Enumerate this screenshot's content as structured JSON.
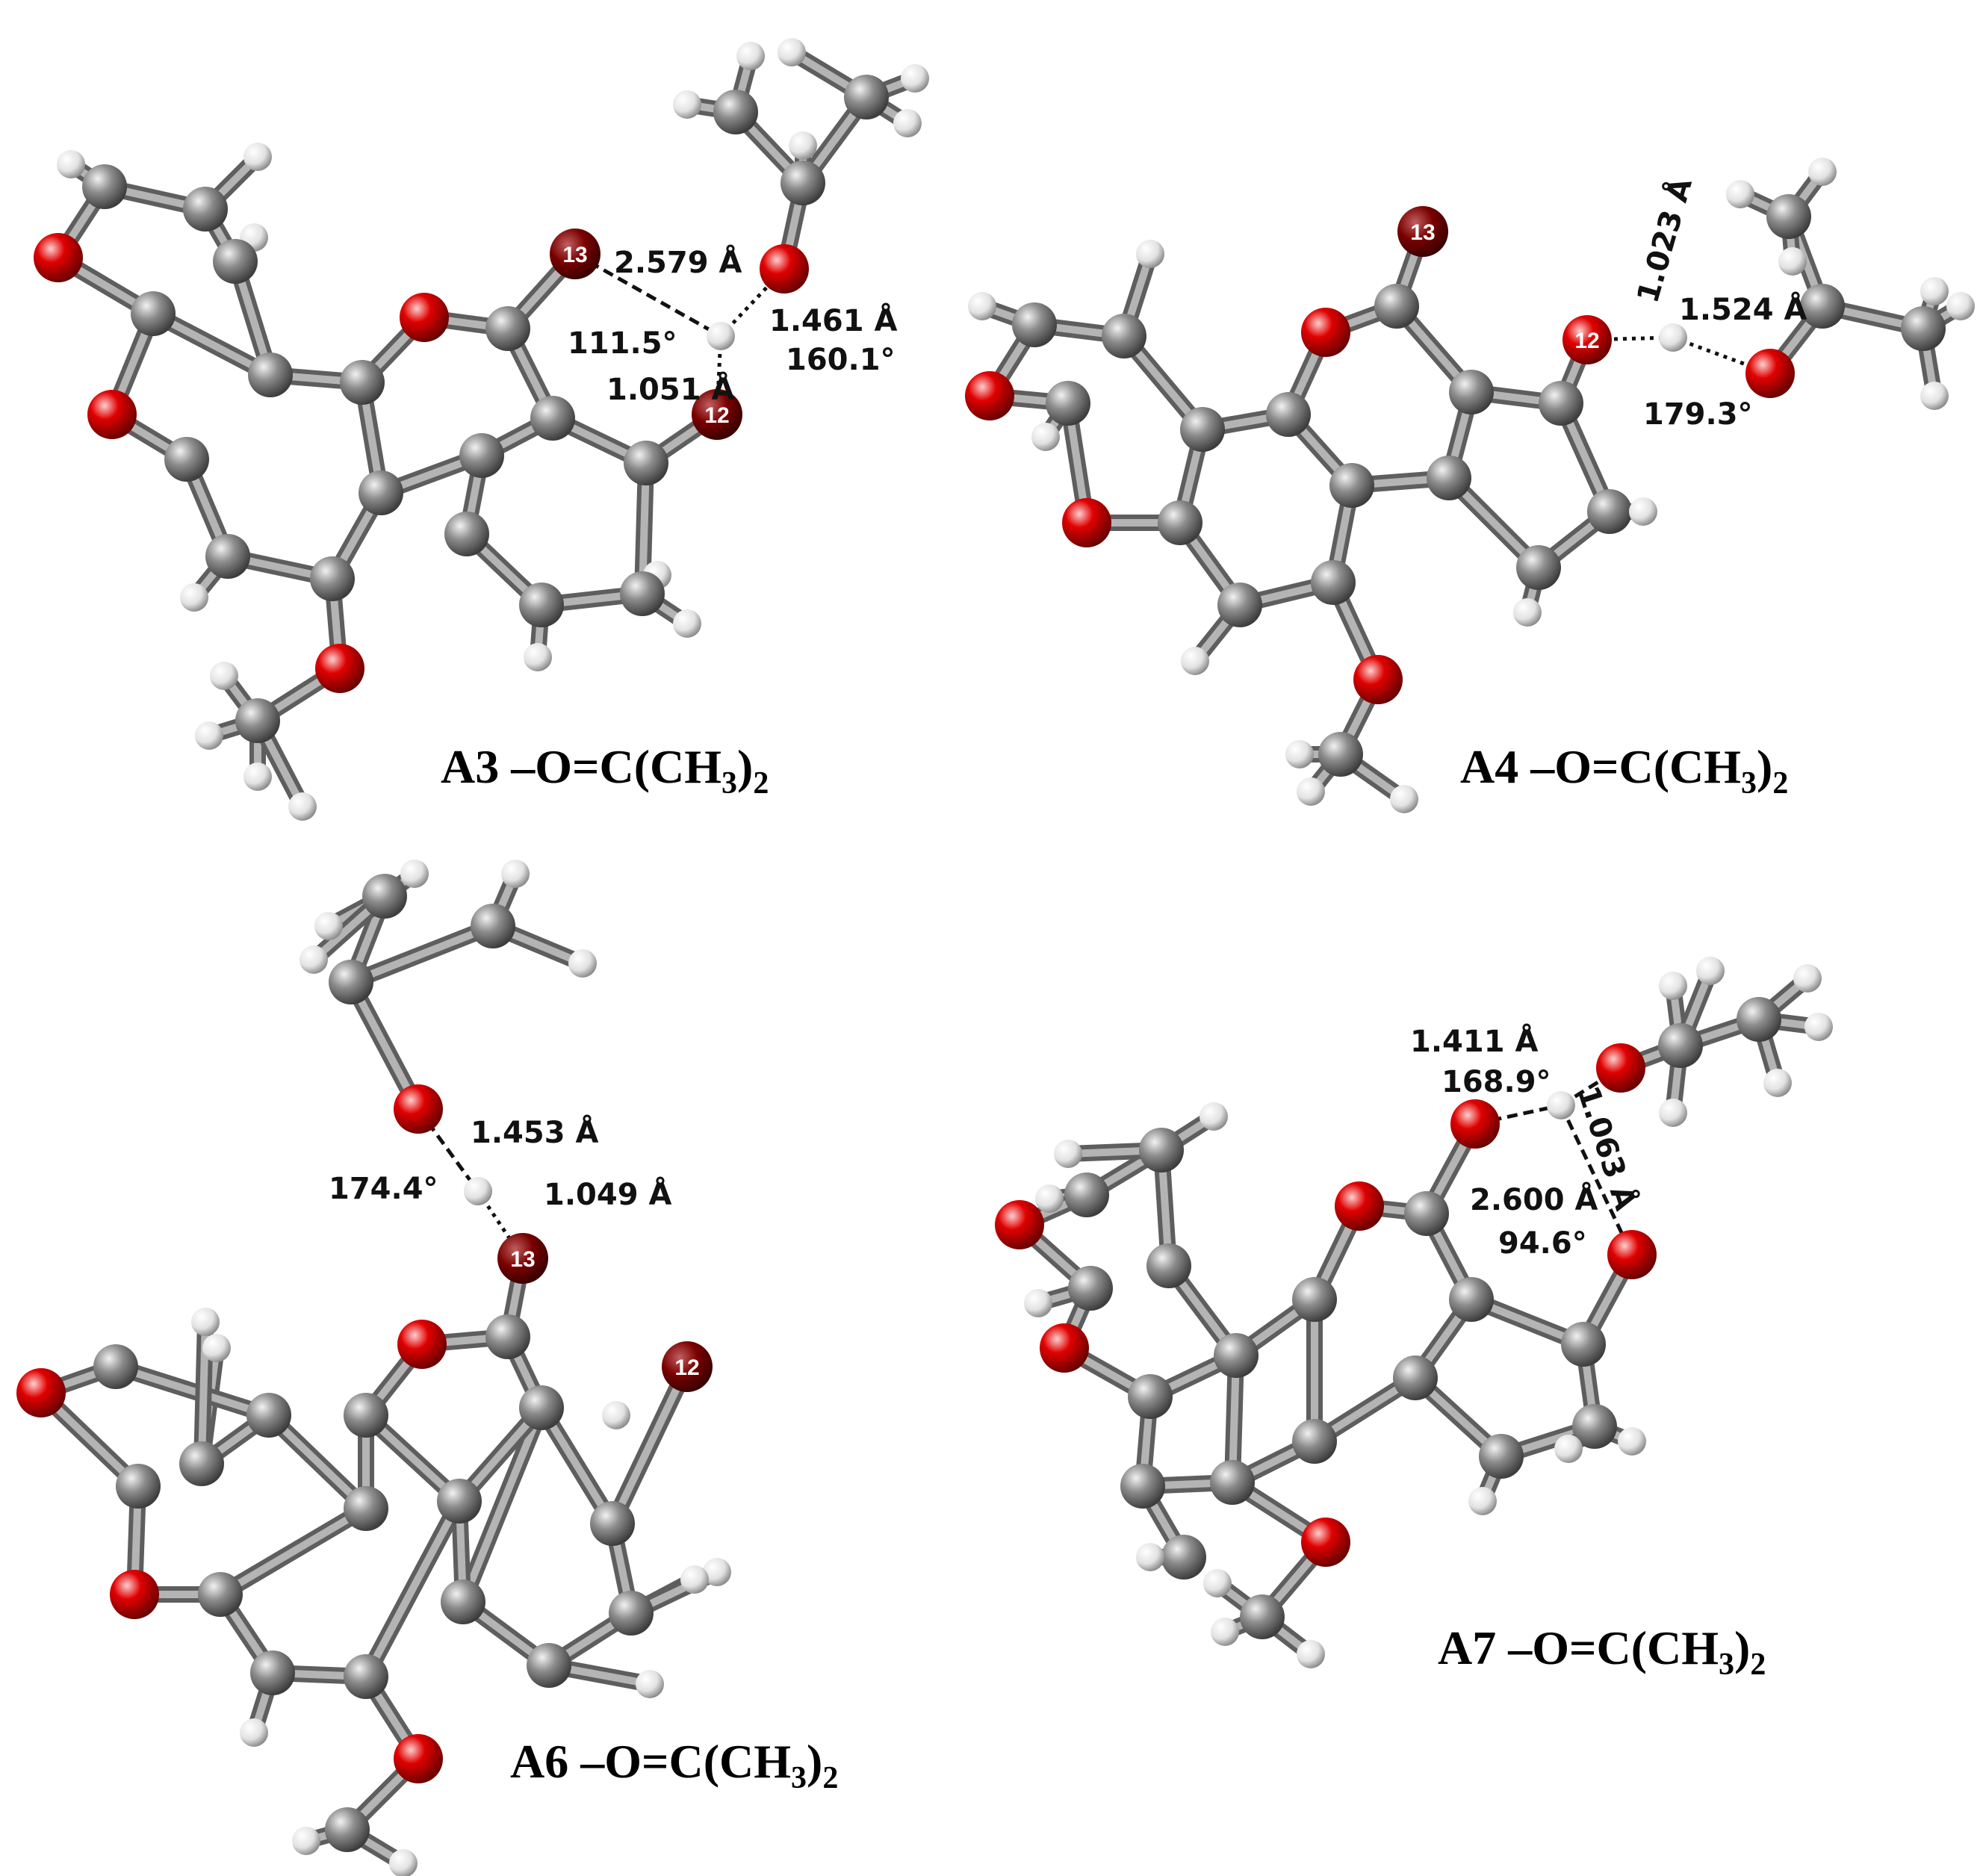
{
  "colors": {
    "carbon": "#8a8a8a",
    "oxygen": "#e00000",
    "oxygen_dark": "#7a0000",
    "hydrogen": "#e8e8e8",
    "bond": "#8f8f8f",
    "label": "#111111"
  },
  "panels": [
    {
      "id": "a3",
      "title": {
        "main": "A3 –O=C(CH",
        "sub": "3",
        "tail": ")",
        "sub2": "2"
      },
      "atom_labels": [
        "13",
        "12"
      ],
      "measurements": [
        "2.579 Å",
        "1.461 Å",
        "111.5°",
        "160.1°",
        "1.051 Å"
      ]
    },
    {
      "id": "a4",
      "title": {
        "main": "A4 –O=C(CH",
        "sub": "3",
        "tail": ")",
        "sub2": "2"
      },
      "atom_labels": [
        "13",
        "12"
      ],
      "measurements": [
        "1.023 Å",
        "1.524 Å",
        "179.3°"
      ]
    },
    {
      "id": "a6",
      "title": {
        "main": "A6 –O=C(CH",
        "sub": "3",
        "tail": ")",
        "sub2": "2"
      },
      "atom_labels": [
        "13",
        "12"
      ],
      "measurements": [
        "1.453 Å",
        "174.4°",
        "1.049 Å"
      ]
    },
    {
      "id": "a7",
      "title": {
        "main": "A7 –O=C(CH",
        "sub": "3",
        "tail": ")",
        "sub2": "2"
      },
      "atom_labels": [],
      "measurements": [
        "1.411 Å",
        "168.9°",
        "2.600 Å",
        "94.6°",
        "1.063 Å"
      ]
    }
  ]
}
